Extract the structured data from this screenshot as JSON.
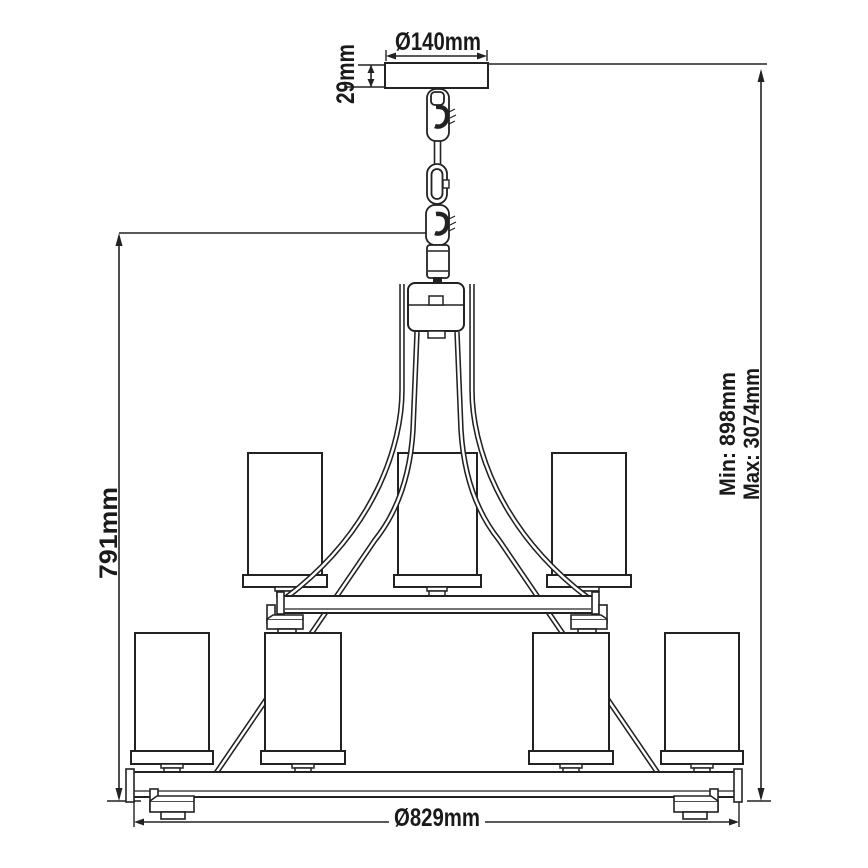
{
  "page": {
    "background": "#ffffff"
  },
  "drawing": {
    "type": "technical-dimension-diagram",
    "line_color": "#222222",
    "text_color": "#1a1a1a",
    "upper_shade_count": 3,
    "lower_shade_count": 4,
    "labels": {
      "canopy_diameter": "Ø140mm",
      "canopy_height": "29mm",
      "body_height": "791mm",
      "overall_min_height": "Min: 898mm",
      "overall_max_height": "Max: 3074mm",
      "body_diameter": "Ø829mm"
    }
  }
}
